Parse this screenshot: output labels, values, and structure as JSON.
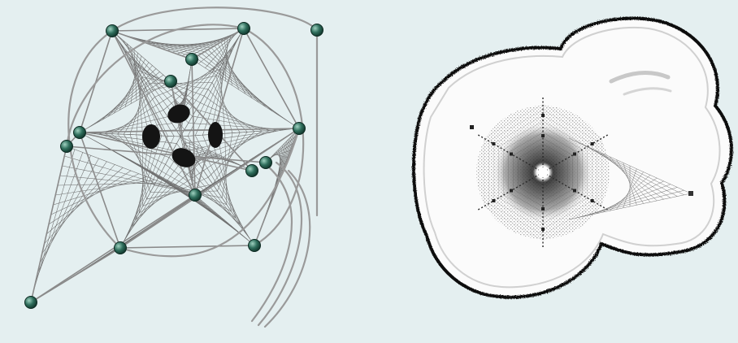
{
  "figure": {
    "panels": [
      {
        "id": "wire-graph",
        "kind": "string-art graph with sphere nodes"
      },
      {
        "id": "field-plot",
        "kind": "grayscale stippled field map"
      }
    ]
  },
  "colors": {
    "background": "#e4eff0",
    "node": "#2f6e5c",
    "node_highlight": "#9fd1c0",
    "thread": "#6f6f6f",
    "ink": "#141414"
  }
}
